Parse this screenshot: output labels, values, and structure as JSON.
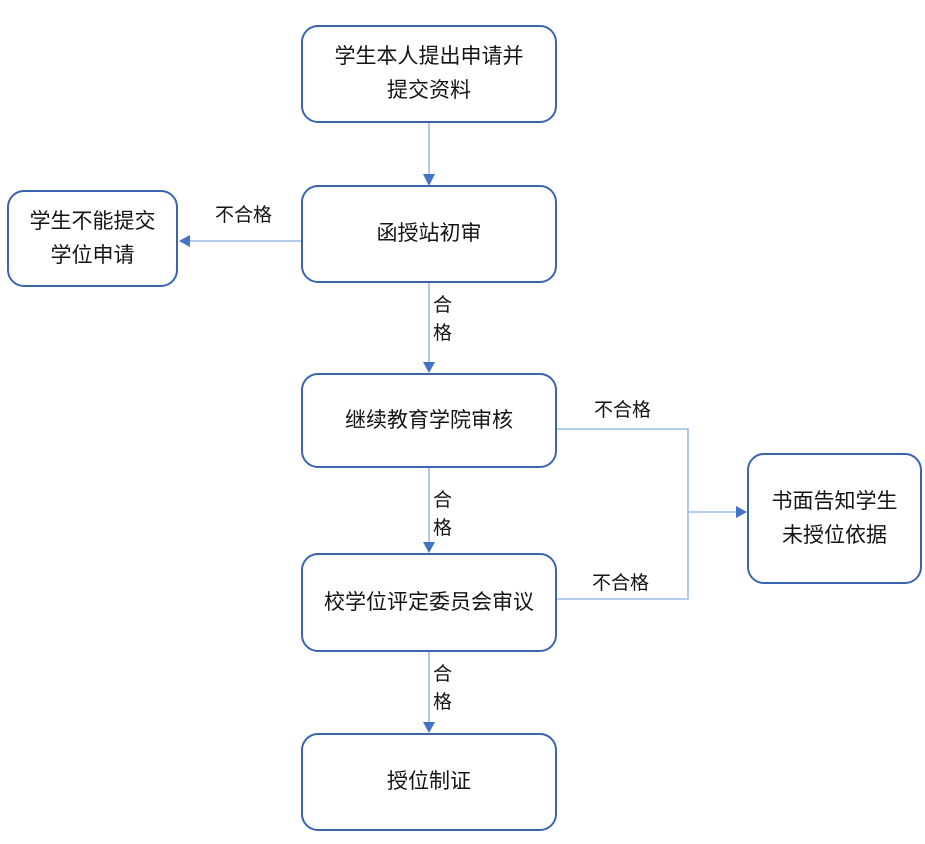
{
  "diagram": {
    "title": "degree-application-approval-flowchart",
    "colors": {
      "box_border": "#3A64AD",
      "connector_line": "#9DBBE8",
      "arrowhead": "#4472C4",
      "text": "#141414",
      "background": "#FFFFFF"
    },
    "nodes": {
      "apply": {
        "label": "学生本人提出申请并\n提交资料"
      },
      "station_review": {
        "label": "函授站初审"
      },
      "cannot_submit": {
        "label": "学生不能提交\n学位申请"
      },
      "college_review": {
        "label": "继续教育学院审核"
      },
      "committee_review": {
        "label": "校学位评定委员会审议"
      },
      "notify": {
        "label": "书面告知学生\n未授位依据"
      },
      "certificate": {
        "label": "授位制证"
      }
    },
    "edge_labels": {
      "fail_station": "不合格",
      "pass_station": "合\n格",
      "fail_college": "不合格",
      "pass_college": "合\n格",
      "fail_committee": "不合格",
      "pass_committee": "合\n格"
    }
  }
}
